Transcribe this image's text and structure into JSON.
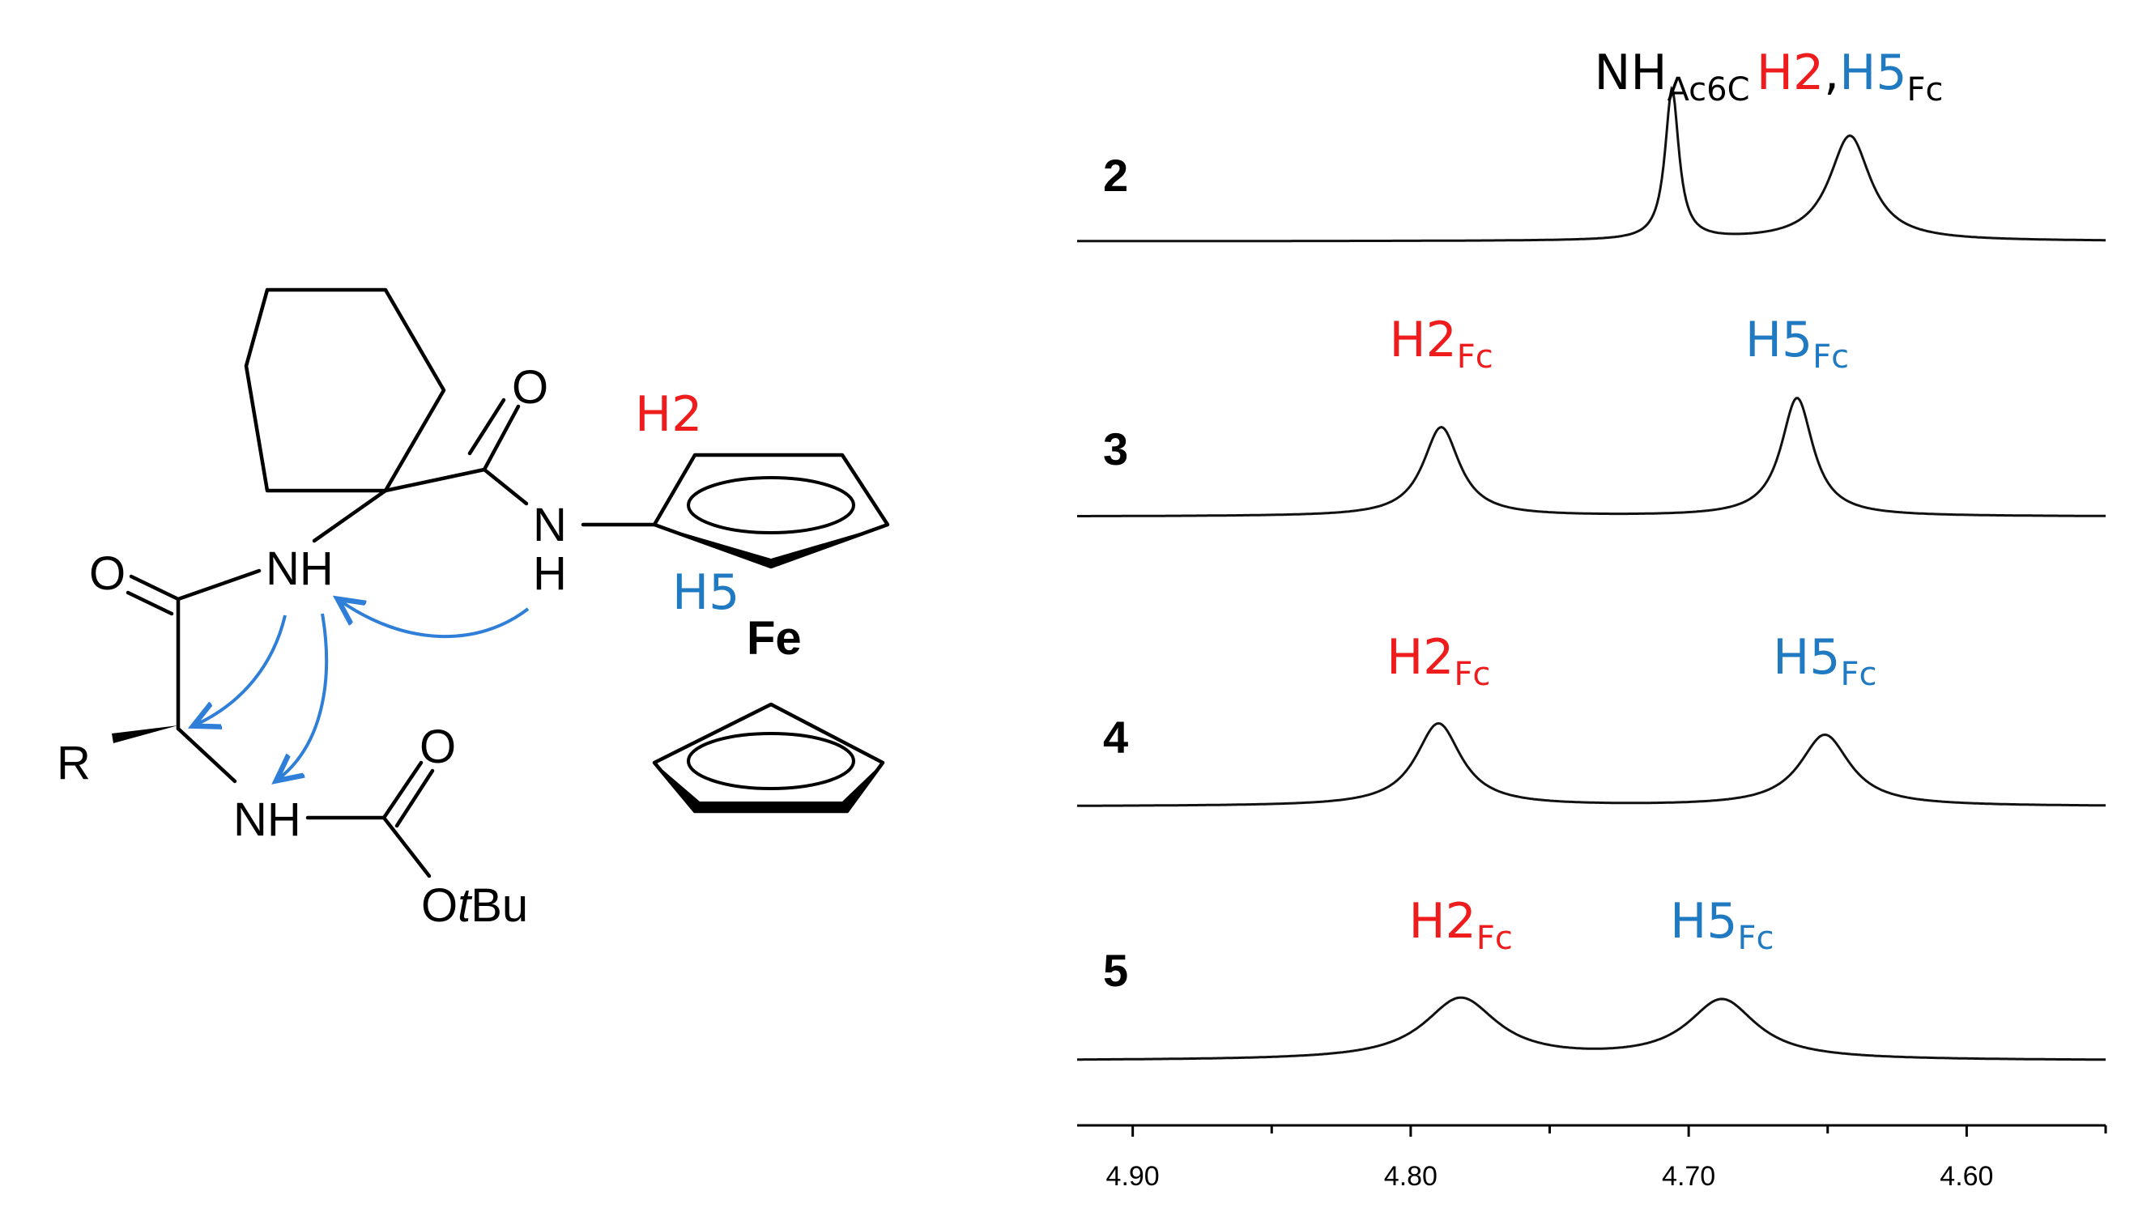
{
  "molecule": {
    "atoms": {
      "o_top": "O",
      "nh_amide1_n": "N",
      "nh_amide1_h": "H",
      "o_left": "O",
      "nh_mid": "NH",
      "r_group": "R",
      "nh_boc": "NH",
      "o_boc": "O",
      "otbu_o": "O",
      "otbu_t": "t",
      "otbu_bu": "Bu",
      "fe": "Fe"
    },
    "label_h2": "H2",
    "label_h5": "H5",
    "colors": {
      "h2": "#ee1c1c",
      "h5": "#1f7ac2",
      "arrows": "#2f7ed8"
    }
  },
  "spectra": [
    {
      "compound": "2",
      "peaks": [
        {
          "ppm": 4.706,
          "height": 0.93,
          "width": 0.003,
          "label_parts": [
            {
              "text": "NH",
              "color": "#000000"
            },
            {
              "text": "Ac6C",
              "color": "#000000",
              "sub": true
            }
          ]
        },
        {
          "ppm": 4.642,
          "height": 0.65,
          "width": 0.009,
          "label_parts": [
            {
              "text": "H2",
              "color": "#ee1c1c"
            },
            {
              "text": ",",
              "color": "#000000"
            },
            {
              "text": "H5",
              "color": "#1f7ac2"
            },
            {
              "text": "Fc",
              "color": "#000000",
              "sub": true
            }
          ]
        }
      ]
    },
    {
      "compound": "3",
      "peaks": [
        {
          "ppm": 4.789,
          "height": 0.55,
          "width": 0.008,
          "label_parts": [
            {
              "text": "H2",
              "color": "#ee1c1c"
            },
            {
              "text": "Fc",
              "color": "#ee1c1c",
              "sub": true
            }
          ]
        },
        {
          "ppm": 4.661,
          "height": 0.73,
          "width": 0.007,
          "label_parts": [
            {
              "text": "H5",
              "color": "#1f7ac2"
            },
            {
              "text": "Fc",
              "color": "#1f7ac2",
              "sub": true
            }
          ]
        }
      ]
    },
    {
      "compound": "4",
      "peaks": [
        {
          "ppm": 4.79,
          "height": 0.51,
          "width": 0.01,
          "label_parts": [
            {
              "text": "H2",
              "color": "#ee1c1c"
            },
            {
              "text": "Fc",
              "color": "#ee1c1c",
              "sub": true
            }
          ]
        },
        {
          "ppm": 4.651,
          "height": 0.44,
          "width": 0.011,
          "label_parts": [
            {
              "text": "H5",
              "color": "#1f7ac2"
            },
            {
              "text": "Fc",
              "color": "#1f7ac2",
              "sub": true
            }
          ]
        }
      ]
    },
    {
      "compound": "5",
      "peaks": [
        {
          "ppm": 4.782,
          "height": 0.38,
          "width": 0.016,
          "label_parts": [
            {
              "text": "H2",
              "color": "#ee1c1c"
            },
            {
              "text": "Fc",
              "color": "#ee1c1c",
              "sub": true
            }
          ]
        },
        {
          "ppm": 4.688,
          "height": 0.37,
          "width": 0.015,
          "label_parts": [
            {
              "text": "H5",
              "color": "#1f7ac2"
            },
            {
              "text": "Fc",
              "color": "#1f7ac2",
              "sub": true
            }
          ]
        }
      ]
    }
  ],
  "axis": {
    "range": [
      4.92,
      4.55
    ],
    "major_ticks": [
      4.9,
      4.8,
      4.7,
      4.6
    ],
    "tick_labels": [
      "4.90",
      "4.80",
      "4.70",
      "4.60"
    ],
    "minor_ticks": [
      4.85,
      4.75,
      4.65,
      4.55
    ]
  }
}
